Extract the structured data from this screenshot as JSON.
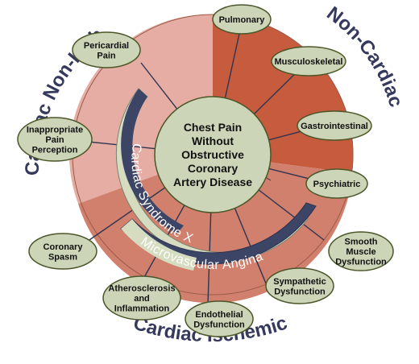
{
  "colors": {
    "non_cardiac": "#c65b3d",
    "cardiac_non_ischemic": "#e6ada4",
    "cardiac_ischemic": "#d0806c",
    "node_fill": "#ccd5b8",
    "node_stroke": "#4b5628",
    "center_fill": "#ccd5b8",
    "band_dark": "#3c4565",
    "band_light": "#d5dcc0",
    "title_text": "#35395c",
    "spoke": "#2f3550"
  },
  "outer_labels": {
    "cardiac_non_ischemic": "Cardiac Non-Ischemic",
    "non_cardiac": "Non-Cardiac",
    "cardiac_ischemic": "Cardiac Ischemic"
  },
  "center": {
    "lines": [
      "Chest Pain",
      "Without",
      "Obstructive",
      "Coronary",
      "Artery Disease"
    ]
  },
  "bands": {
    "cardiac_syndrome_x": "Cardiac Syndrome X",
    "microvascular_angina": "Microvascular Angina"
  },
  "nodes": [
    {
      "key": "pulmonary",
      "lines": [
        "Pulmonary"
      ]
    },
    {
      "key": "musculoskeletal",
      "lines": [
        "Musculoskeletal"
      ]
    },
    {
      "key": "gastrointestinal",
      "lines": [
        "Gastrointestinal"
      ]
    },
    {
      "key": "psychiatric",
      "lines": [
        "Psychiatric"
      ]
    },
    {
      "key": "smooth-muscle-dysfunction",
      "lines": [
        "Smooth",
        "Muscle",
        "Dysfunction"
      ]
    },
    {
      "key": "sympathetic-dysfunction",
      "lines": [
        "Sympathetic",
        "Dysfunction"
      ]
    },
    {
      "key": "endothelial-dysfunction",
      "lines": [
        "Endothelial",
        "Dysfunction"
      ]
    },
    {
      "key": "atherosclerosis-and-inflammation",
      "lines": [
        "Atherosclerosis",
        "and",
        "Inflammation"
      ]
    },
    {
      "key": "coronary-spasm",
      "lines": [
        "Coronary",
        "Spasm"
      ]
    },
    {
      "key": "inappropriate-pain-perception",
      "lines": [
        "Inappropriate",
        "Pain",
        "Perception"
      ]
    },
    {
      "key": "pericardial-pain",
      "lines": [
        "Pericardial",
        "Pain"
      ]
    }
  ]
}
